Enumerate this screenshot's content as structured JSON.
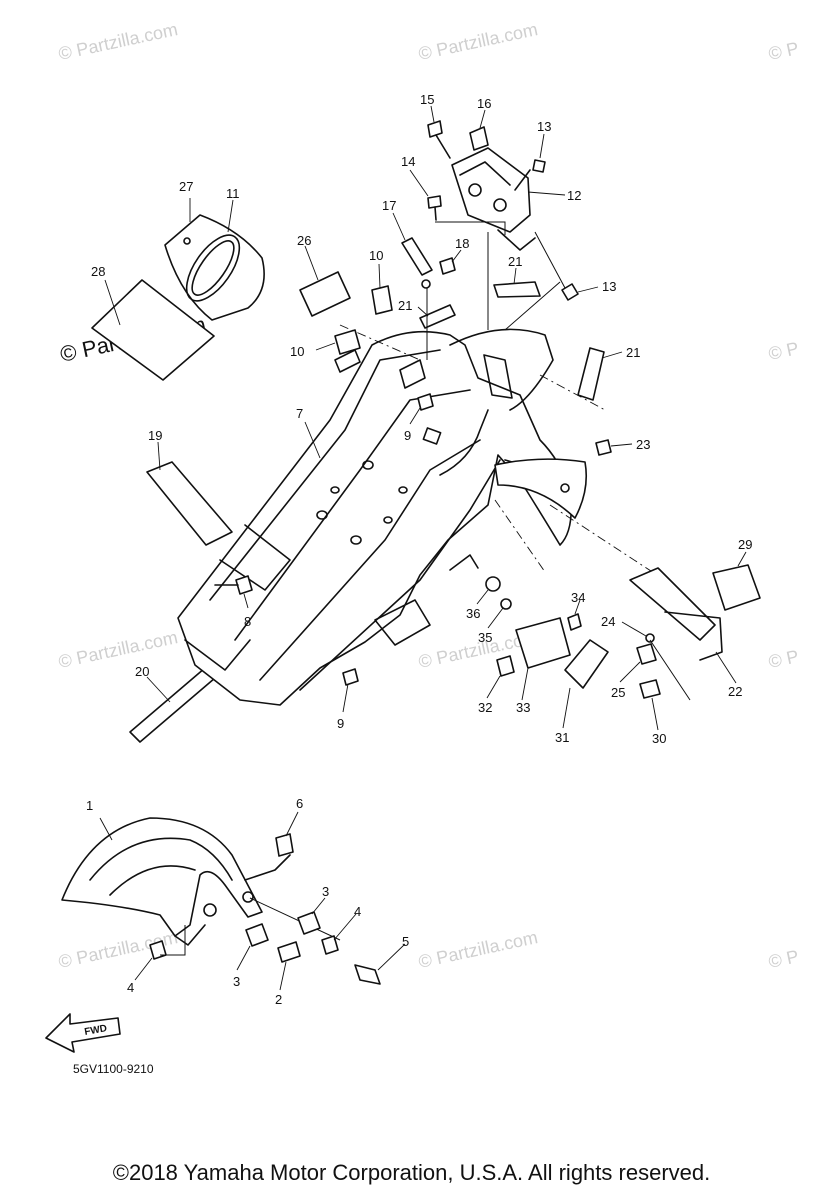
{
  "diagram": {
    "watermark": "© Partzilla.com",
    "watermark_partial": "© P",
    "reference_code": "5GV1100-9210",
    "fwd_label": "FWD",
    "callouts": [
      "1",
      "2",
      "3",
      "3",
      "4",
      "4",
      "5",
      "6",
      "7",
      "8",
      "9",
      "9",
      "10",
      "10",
      "11",
      "12",
      "13",
      "13",
      "14",
      "15",
      "16",
      "17",
      "18",
      "19",
      "20",
      "21",
      "21",
      "21",
      "22",
      "23",
      "24",
      "25",
      "26",
      "27",
      "28",
      "29",
      "30",
      "31",
      "32",
      "33",
      "34",
      "35",
      "36"
    ]
  },
  "footer": {
    "copyright": "©2018 Yamaha Motor Corporation, U.S.A. All rights reserved."
  }
}
